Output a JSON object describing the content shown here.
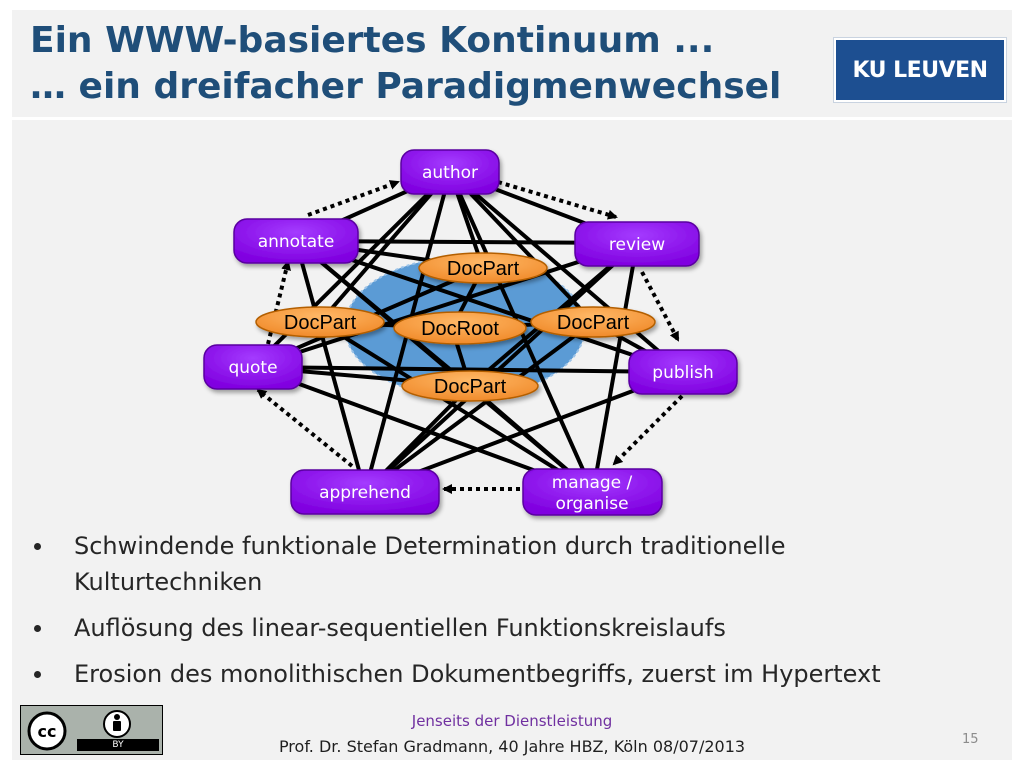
{
  "title": {
    "line1": "Ein WWW-basiertes Kontinuum ...",
    "line2": "… ein dreifacher Paradigmenwechsel"
  },
  "logo": {
    "text": "KU LEUVEN",
    "color": "#1d4f91"
  },
  "diagram": {
    "activities": [
      {
        "id": "author",
        "label": "author"
      },
      {
        "id": "review",
        "label": "review"
      },
      {
        "id": "publish",
        "label": "publish"
      },
      {
        "id": "manage",
        "label": "manage /",
        "label2": "organise"
      },
      {
        "id": "apprehend",
        "label": "apprehend"
      },
      {
        "id": "quote",
        "label": "quote"
      },
      {
        "id": "annotate",
        "label": "annotate"
      }
    ],
    "docparts": [
      {
        "id": "dp_top",
        "label": "DocPart"
      },
      {
        "id": "dp_left",
        "label": "DocPart"
      },
      {
        "id": "dp_root",
        "label": "DocRoot"
      },
      {
        "id": "dp_right",
        "label": "DocPart"
      },
      {
        "id": "dp_bottom",
        "label": "DocPart"
      }
    ],
    "colors": {
      "activity": "#8a00e6",
      "docpart": "#f59a3b",
      "hub": "#5b9bd5"
    }
  },
  "bullets": [
    {
      "line1": "Schwindende funktionale Determination durch traditionelle",
      "line2": "Kulturtechniken"
    },
    {
      "line1": "Auflösung des linear-sequentiellen Funktionskreislaufs"
    },
    {
      "line1": "Erosion des monolithischen Dokumentbegriffs, zuerst im Hypertext"
    }
  ],
  "license": {
    "cc": "cc",
    "by": "BY"
  },
  "footer": {
    "line1": "Jenseits der Dienstleistung",
    "line2": "Prof. Dr. Stefan Gradmann, 40 Jahre HBZ, Köln 08/07/2013",
    "page": "15"
  }
}
